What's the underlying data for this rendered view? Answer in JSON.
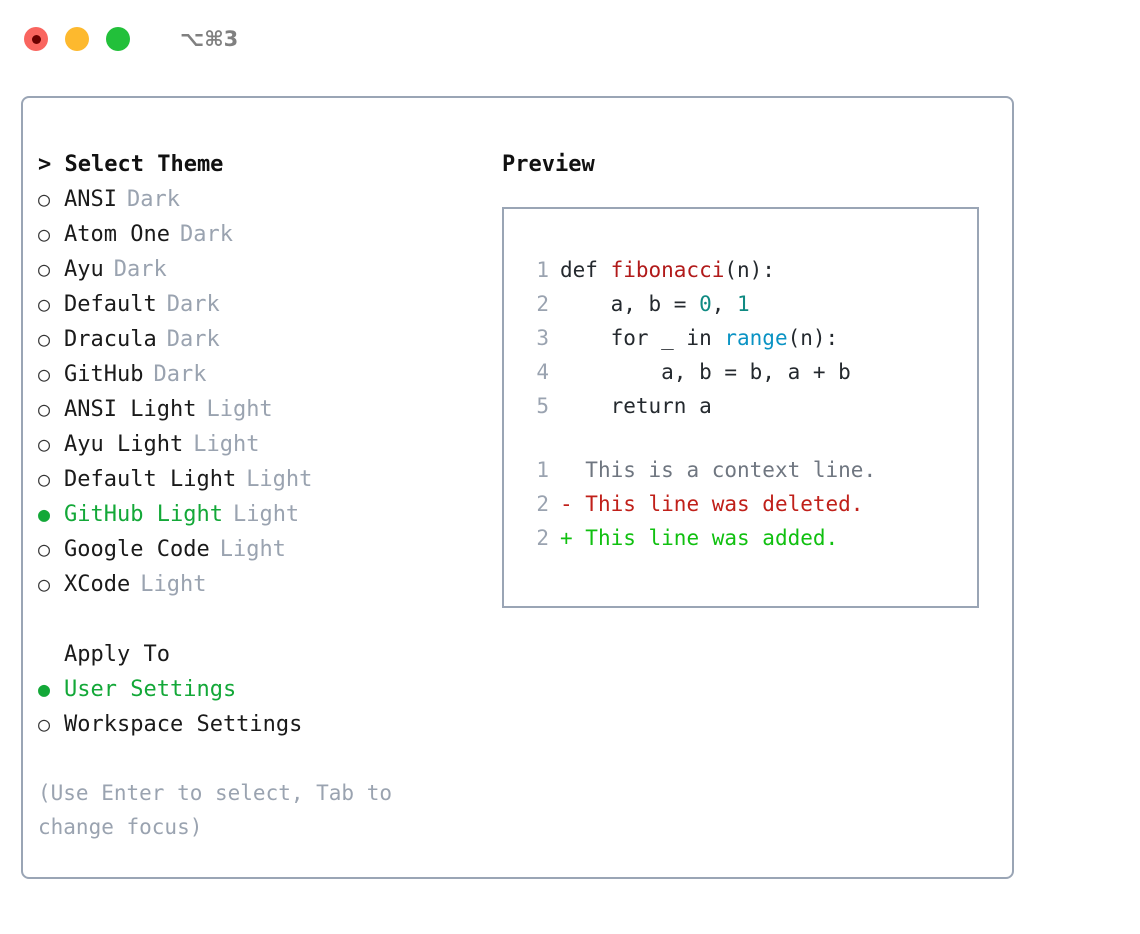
{
  "titlebar": {
    "shortcut": "⌥⌘3",
    "lights": [
      {
        "name": "close",
        "color": "#f9655f"
      },
      {
        "name": "minimize",
        "color": "#fdb92e"
      },
      {
        "name": "zoom",
        "color": "#22c03a"
      }
    ]
  },
  "theme_picker": {
    "header": "> Select Theme",
    "items": [
      {
        "marker": "○",
        "label": "ANSI",
        "variant": "Dark",
        "selected": false
      },
      {
        "marker": "○",
        "label": "Atom One",
        "variant": "Dark",
        "selected": false
      },
      {
        "marker": "○",
        "label": "Ayu",
        "variant": "Dark",
        "selected": false
      },
      {
        "marker": "○",
        "label": "Default",
        "variant": "Dark",
        "selected": false
      },
      {
        "marker": "○",
        "label": "Dracula",
        "variant": "Dark",
        "selected": false
      },
      {
        "marker": "○",
        "label": "GitHub",
        "variant": "Dark",
        "selected": false
      },
      {
        "marker": "○",
        "label": "ANSI Light",
        "variant": "Light",
        "selected": false
      },
      {
        "marker": "○",
        "label": "Ayu Light",
        "variant": "Light",
        "selected": false
      },
      {
        "marker": "○",
        "label": "Default Light",
        "variant": "Light",
        "selected": false
      },
      {
        "marker": "●",
        "label": "GitHub Light",
        "variant": "Light",
        "selected": true
      },
      {
        "marker": "○",
        "label": "Google Code",
        "variant": "Light",
        "selected": false
      },
      {
        "marker": "○",
        "label": "XCode",
        "variant": "Light",
        "selected": false
      }
    ]
  },
  "apply_to": {
    "title": "Apply To",
    "items": [
      {
        "marker": "●",
        "label": "User Settings",
        "selected": true
      },
      {
        "marker": "○",
        "label": "Workspace Settings",
        "selected": false
      }
    ]
  },
  "hint": "(Use Enter to select, Tab to change focus)",
  "preview": {
    "title": "Preview",
    "code_lines": [
      {
        "number": "1",
        "segments": [
          {
            "text": "def ",
            "kind": "plain"
          },
          {
            "text": "fibonacci",
            "kind": "func"
          },
          {
            "text": "(n):",
            "kind": "plain"
          }
        ]
      },
      {
        "number": "2",
        "segments": [
          {
            "text": "    a, b = ",
            "kind": "plain"
          },
          {
            "text": "0",
            "kind": "num"
          },
          {
            "text": ", ",
            "kind": "plain"
          },
          {
            "text": "1",
            "kind": "num"
          }
        ]
      },
      {
        "number": "3",
        "segments": [
          {
            "text": "    for _ in ",
            "kind": "plain"
          },
          {
            "text": "range",
            "kind": "call"
          },
          {
            "text": "(n):",
            "kind": "plain"
          }
        ]
      },
      {
        "number": "4",
        "segments": [
          {
            "text": "        a, b = b, a + b",
            "kind": "plain"
          }
        ]
      },
      {
        "number": "5",
        "segments": [
          {
            "text": "    return a",
            "kind": "plain"
          }
        ]
      }
    ],
    "diff_lines": [
      {
        "number": "1",
        "sign": " ",
        "text": " This is a context line.",
        "kind": "context"
      },
      {
        "number": "2",
        "sign": "-",
        "text": " This line was deleted.",
        "kind": "deleted"
      },
      {
        "number": "2",
        "sign": "+",
        "text": " This line was added.",
        "kind": "added"
      }
    ]
  },
  "colors": {
    "accent_green": "#13a838",
    "muted": "#9aa3b0",
    "border": "#9aa5b5",
    "func_red": "#b11a1a",
    "number_teal": "#0f8a82",
    "call_blue": "#0a93c4",
    "diff_delete": "#c0201a",
    "diff_add": "#10c010"
  }
}
